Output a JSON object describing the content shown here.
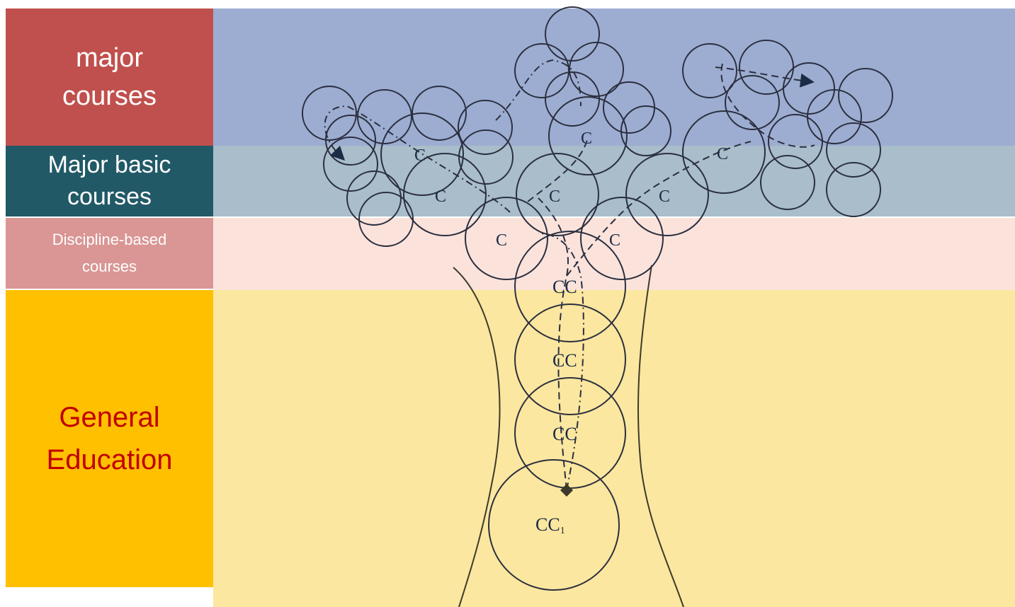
{
  "layers": [
    {
      "id": "major",
      "label": "major\ncourses",
      "color": "#c0504d",
      "band_color": "#9dadd1"
    },
    {
      "id": "major_basic",
      "label": "Major basic\ncourses",
      "color": "#215967",
      "band_color": "#a9bdcb"
    },
    {
      "id": "discipline",
      "label": "Discipline-based\ncourses",
      "color": "#d99694",
      "band_color": "#fbe3dc"
    },
    {
      "id": "general",
      "label": "General\nEducation",
      "color": "#ffc000",
      "band_color": "#fbe79f"
    }
  ],
  "tree": {
    "course_label": "C",
    "core_label": "CC",
    "root_label": "CC",
    "root_subscript": "1"
  }
}
